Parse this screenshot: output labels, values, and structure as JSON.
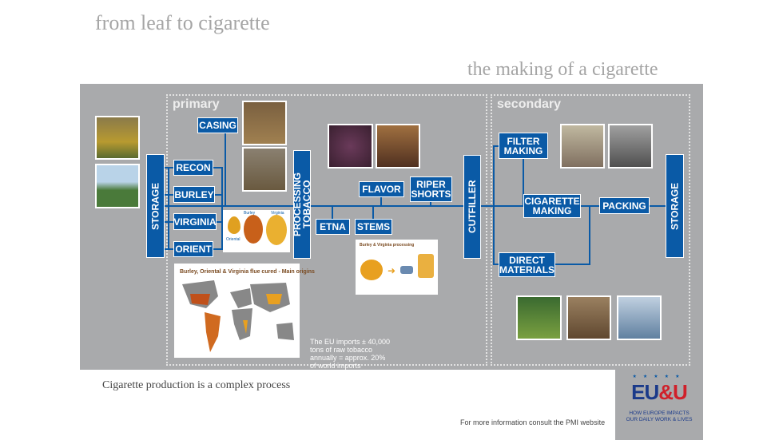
{
  "title": "from leaf to cigarette",
  "subtitle": "the making of a cigarette",
  "sections": {
    "primary": "primary",
    "secondary": "secondary"
  },
  "boxes": {
    "storage_left": "STORAGE",
    "recon": "RECON",
    "burley": "BURLEY",
    "virginia": "VIRGINIA",
    "orient": "ORIENT",
    "casing": "CASING",
    "processing": "PROCESSING TOBACCO",
    "etna": "ETNA",
    "stems": "STEMS",
    "flavor": "FLAVOR",
    "riper_shorts": "RIPER SHORTS",
    "cutfiller": "CUTFILLER",
    "filter_making": "FILTER MAKING",
    "cigarette_making": "CIGARETTE MAKING",
    "packing": "PACKING",
    "direct_materials": "DIRECT MATERIALS",
    "storage_right": "STORAGE"
  },
  "leaf_card": {
    "labels": [
      "Oriental",
      "Burley",
      "Virginia"
    ]
  },
  "processing_card": {
    "title": "Burley & Virginia processing"
  },
  "map_card": {
    "title": "Burley, Oriental & Virginia flue cured - Main origins"
  },
  "note": "The EU imports ± 40,000 tons of raw tobacco annually = approx. 20% of world imports",
  "caption": "Cigarette production is a complex process",
  "more_info": "For more information consult the PMI website",
  "logo": {
    "text": "EU&U",
    "tagline1": "HOW EUROPE IMPACTS",
    "tagline2": "OUR DAILY WORK & LIVES"
  },
  "colors": {
    "blue": "#0a5aa6",
    "panel": "#a9aaac"
  }
}
